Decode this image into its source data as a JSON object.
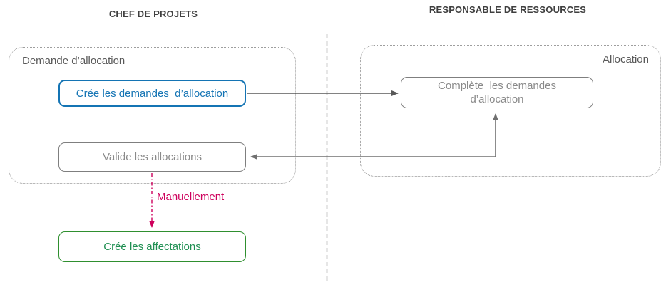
{
  "diagram": {
    "lanes": {
      "left": {
        "title": "CHEF DE PROJETS"
      },
      "right": {
        "title": "RESPONSABLE DE RESSOURCES"
      }
    },
    "groups": {
      "demande_allocation": {
        "label": "Demande d’allocation"
      },
      "allocation": {
        "label": "Allocation"
      }
    },
    "nodes": {
      "cree_demandes": {
        "label": "Crée les demandes  d’allocation",
        "style": "blue"
      },
      "complete_demandes": {
        "label": "Complète  les demandes\nd’allocation",
        "style": "gray"
      },
      "valide_allocations": {
        "label": "Valide les allocations",
        "style": "gray"
      },
      "cree_affectations": {
        "label": "Crée les affectations",
        "style": "green"
      }
    },
    "edges": {
      "cree_to_complete": {
        "from": "cree_demandes",
        "to": "complete_demandes"
      },
      "complete_valide_loop": {
        "from": "complete_demandes",
        "to": "valide_allocations",
        "bidirectional": true
      },
      "valide_to_affectations": {
        "from": "valide_allocations",
        "to": "cree_affectations",
        "label": "Manuellement",
        "style": "manual-dash-dot"
      }
    }
  },
  "colors": {
    "background": "#ffffff",
    "header_text": "#3f3f3f",
    "group_border": "#9e9e9e",
    "group_label": "#595959",
    "node_blue": "#1474b4",
    "node_gray_border": "#7f7f7f",
    "node_gray_text": "#8a8a8a",
    "node_green_border": "#2f8f2f",
    "node_green_text": "#1f8f52",
    "arrow_dark": "#595959",
    "arrow_gray": "#707070",
    "manual_magenta": "#ce005c",
    "separator": "#595959"
  }
}
